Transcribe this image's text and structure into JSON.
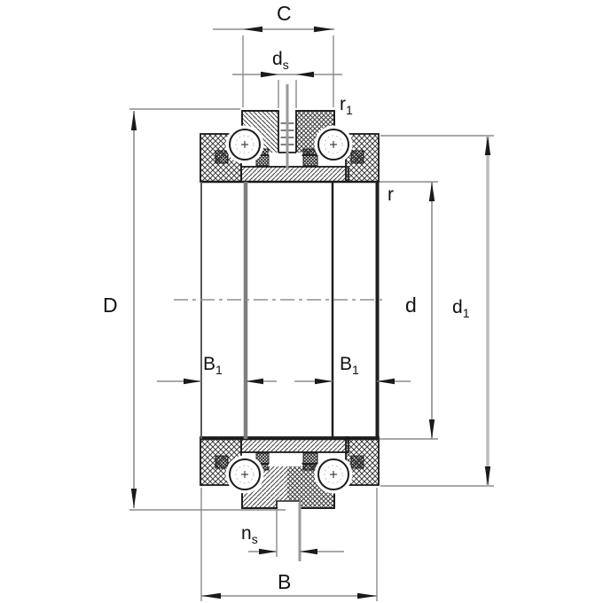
{
  "drawing": {
    "kind": "technical-section-drawing",
    "labels": {
      "C": {
        "base": "C",
        "sub": ""
      },
      "d_s": {
        "base": "d",
        "sub": "s"
      },
      "r_1": {
        "base": "r",
        "sub": "1"
      },
      "r": {
        "base": "r",
        "sub": ""
      },
      "D": {
        "base": "D",
        "sub": ""
      },
      "d": {
        "base": "d",
        "sub": ""
      },
      "d_1": {
        "base": "d",
        "sub": "1"
      },
      "B_1_left": {
        "base": "B",
        "sub": "1"
      },
      "B_1_right": {
        "base": "B",
        "sub": "1"
      },
      "n_s": {
        "base": "n",
        "sub": "s"
      },
      "B": {
        "base": "B",
        "sub": ""
      }
    },
    "colors": {
      "ink": "#1a1a1a",
      "dim-line": "#8c8c8c",
      "dim-line-light": "#bdbdbd",
      "hatch": "#3c3c3c",
      "background": "#ffffff"
    }
  }
}
